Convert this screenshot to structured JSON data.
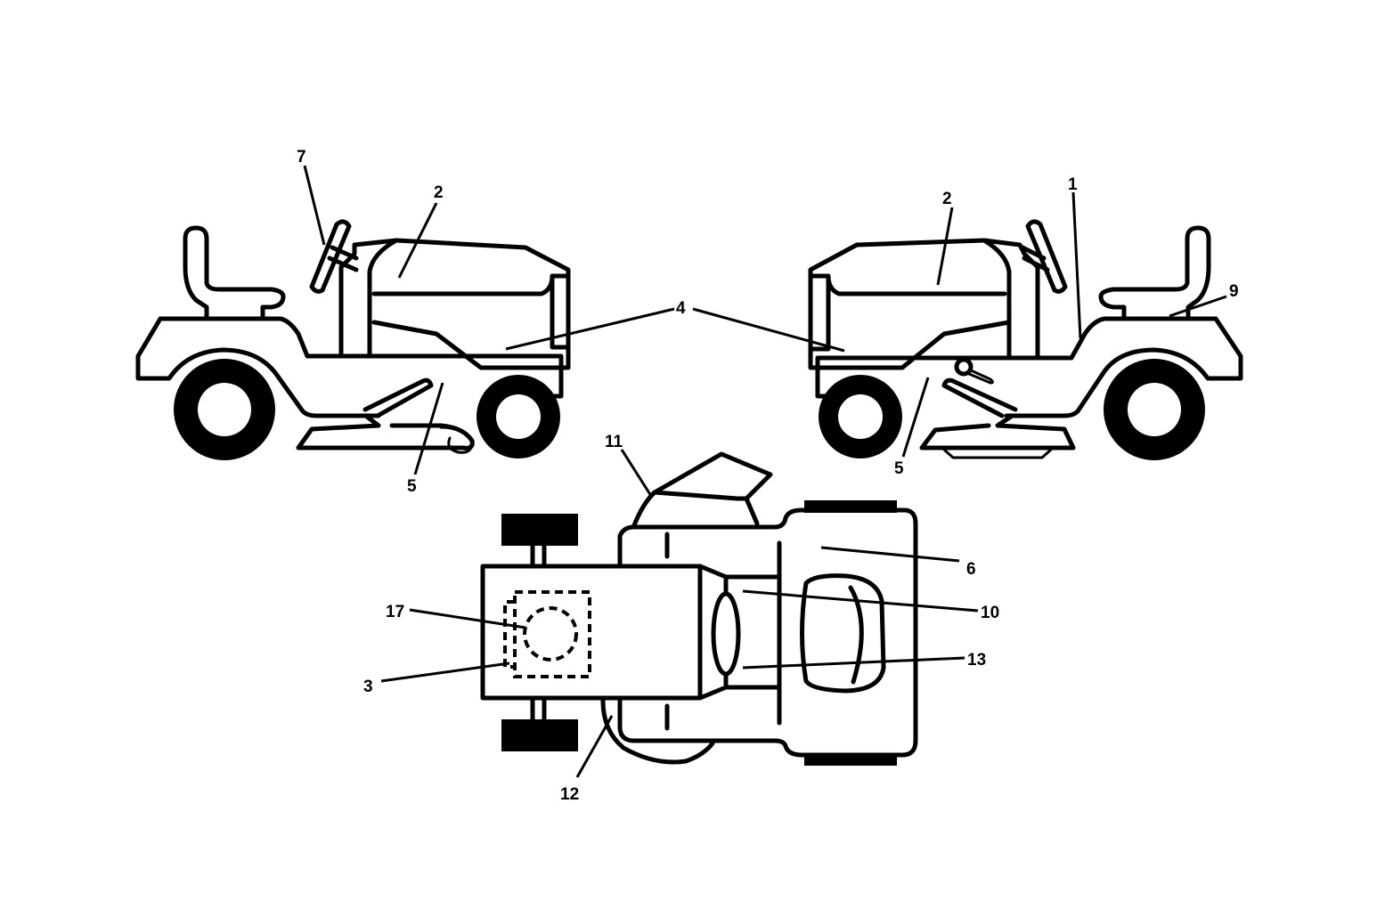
{
  "callouts": {
    "c7": "7",
    "c2_left": "2",
    "c2_right": "2",
    "c1": "1",
    "c9": "9",
    "c4": "4",
    "c5_left": "5",
    "c5_right": "5",
    "c11": "11",
    "c6": "6",
    "c10": "10",
    "c17": "17",
    "c13": "13",
    "c3": "3",
    "c12": "12"
  },
  "colors": {
    "ink": "#000000",
    "background": "#ffffff"
  }
}
